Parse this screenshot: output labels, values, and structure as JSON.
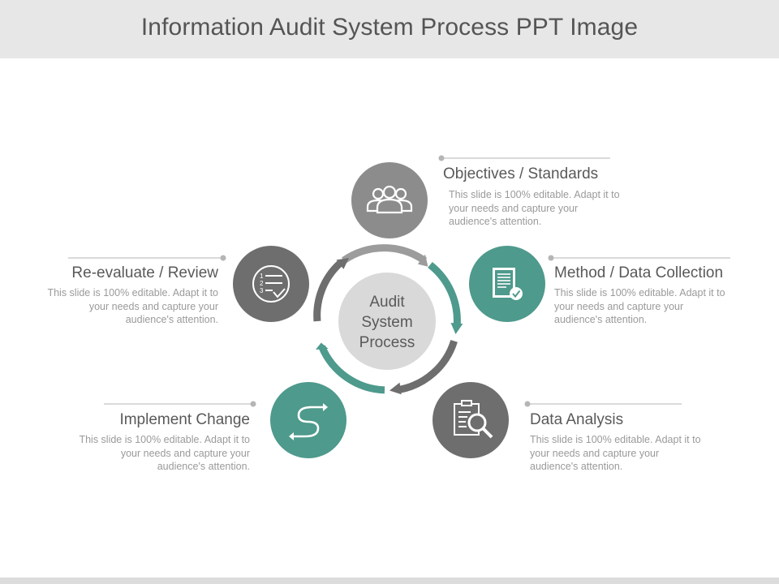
{
  "slide": {
    "title": "Information Audit System Process PPT Image"
  },
  "center": {
    "line1": "Audit",
    "line2": "System",
    "line3": "Process"
  },
  "steps": [
    {
      "heading": "Objectives / Standards",
      "description": "This slide is 100% editable. Adapt it to your needs and capture your audience's attention.",
      "icon": "people-group-icon",
      "color": "#8c8c8c"
    },
    {
      "heading": "Method / Data Collection",
      "description": "This slide is 100% editable. Adapt it to your needs and capture your audience's attention.",
      "icon": "document-check-icon",
      "color": "#4e9a8c"
    },
    {
      "heading": "Data Analysis",
      "description": "This slide is 100% editable. Adapt it to your needs and capture your audience's attention.",
      "icon": "clipboard-magnifier-icon",
      "color": "#6e6e6e"
    },
    {
      "heading": "Implement Change",
      "description": "This slide is 100% editable. Adapt it to your needs and capture your audience's attention.",
      "icon": "s-arrows-icon",
      "color": "#4e9a8c"
    },
    {
      "heading": "Re-evaluate / Review",
      "description": "This slide is 100% editable. Adapt it to your needs and capture your audience's attention.",
      "icon": "numbered-list-icon",
      "color": "#6e6e6e"
    }
  ],
  "colors": {
    "teal": "#4e9a8c",
    "gray_light": "#9c9c9c",
    "gray_dark": "#6e6e6e",
    "center_fill": "#d9d9d9",
    "text": "#595959",
    "subtext": "#9a9a9a"
  }
}
